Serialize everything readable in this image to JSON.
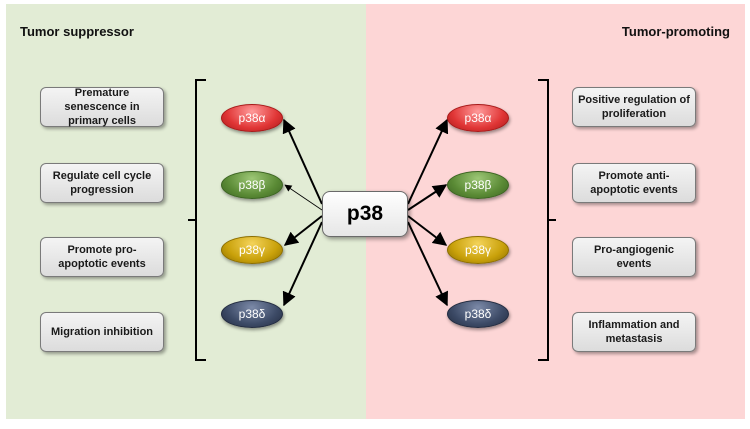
{
  "left_panel": {
    "title": "Tumor suppressor",
    "boxes": [
      "Premature senescence in primary cells",
      "Regulate cell cycle progression",
      "Promote pro-apoptotic events",
      "Migration inhibition"
    ]
  },
  "right_panel": {
    "title": "Tumor-promoting",
    "boxes": [
      "Positive regulation of proliferation",
      "Promote anti-apoptotic events",
      "Pro-angiogenic events",
      "Inflammation and metastasis"
    ]
  },
  "center": {
    "label": "p38"
  },
  "isoforms": [
    {
      "label": "p38α",
      "color": "#e03535"
    },
    {
      "label": "p38β",
      "color": "#5a8a35"
    },
    {
      "label": "p38γ",
      "color": "#c9a10a"
    },
    {
      "label": "p38δ",
      "color": "#3c4a66"
    }
  ],
  "colors": {
    "left_background": "#e2ecd5",
    "right_background": "#fdd6d6"
  }
}
